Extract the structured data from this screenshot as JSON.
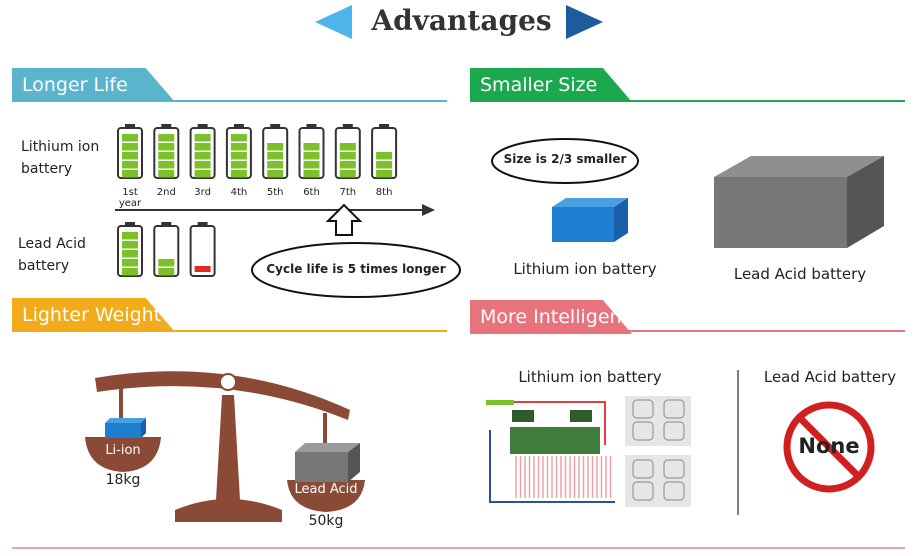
{
  "title": "Advantages",
  "colors": {
    "arrow_left": "#4db5ea",
    "arrow_right": "#1c5b9c",
    "longer_life": "#5ab4cc",
    "smaller_size": "#1ba84e",
    "lighter_weight": "#f2ab1a",
    "more_intelligent": "#e8737c",
    "battery_green": "#7cc12a",
    "battery_red": "#e02a2a",
    "scale_brown": "#8a4a36"
  },
  "longer_life": {
    "header": "Longer Life",
    "lithium_label": "Lithium ion battery",
    "lead_label": "Lead Acid battery",
    "years": [
      "1st year",
      "2nd",
      "3rd",
      "4th",
      "5th",
      "6th",
      "7th",
      "8th"
    ],
    "lithium_levels_of_5": [
      5,
      5,
      5,
      5,
      4,
      4,
      4,
      3
    ],
    "lead_levels_of_5": [
      5,
      2,
      1
    ],
    "callout": "Cycle life is 5 times longer"
  },
  "smaller_size": {
    "header": "Smaller Size",
    "callout": "Size is 2/3 smaller",
    "lithium_label": "Lithium ion battery",
    "lead_label": "Lead Acid battery"
  },
  "lighter_weight": {
    "header": "Lighter Weight",
    "left_pan": "Li-ion",
    "left_weight": "18kg",
    "right_pan": "Lead Acid",
    "right_weight": "50kg"
  },
  "more_intelligent": {
    "header": "More Intelligent",
    "lithium_label": "Lithium ion battery",
    "lead_label": "Lead Acid battery",
    "none_label": "None"
  }
}
